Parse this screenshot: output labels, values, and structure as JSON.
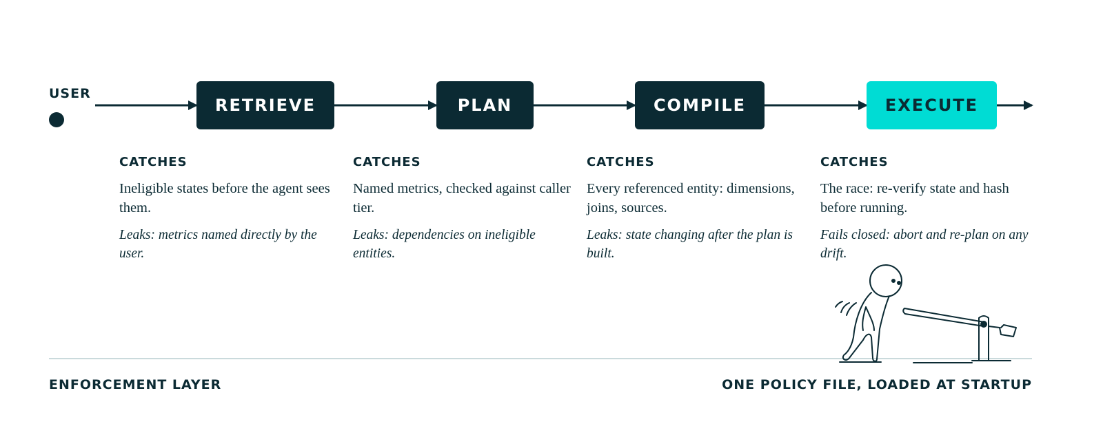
{
  "colors": {
    "ink": "#0b2a33",
    "accent": "#00dcd4",
    "rule": "#b9cdd0",
    "background": "#ffffff"
  },
  "user": {
    "label": "USER"
  },
  "stages": [
    {
      "label": "RETRIEVE",
      "active": false
    },
    {
      "label": "PLAN",
      "active": false
    },
    {
      "label": "COMPILE",
      "active": false
    },
    {
      "label": "EXECUTE",
      "active": true
    }
  ],
  "columns": [
    {
      "heading": "CATCHES",
      "text": "Ineligible states before the agent sees them.",
      "note": "Leaks: metrics named directly by the user."
    },
    {
      "heading": "CATCHES",
      "text": "Named metrics, checked against caller tier.",
      "note": "Leaks: dependencies on ineligible entities."
    },
    {
      "heading": "CATCHES",
      "text": "Every referenced entity: dimensions, joins, sources.",
      "note": "Leaks: state changing after the plan is built."
    },
    {
      "heading": "CATCHES",
      "text": "The race: re-verify state and hash before running.",
      "note": "Fails closed: abort and re-plan on any drift."
    }
  ],
  "footer": {
    "left": "ENFORCEMENT LAYER",
    "right": "ONE POLICY FILE, LOADED AT STARTUP"
  },
  "illustration": {
    "icon": "figure-blocked-by-barrier-gate-icon"
  }
}
